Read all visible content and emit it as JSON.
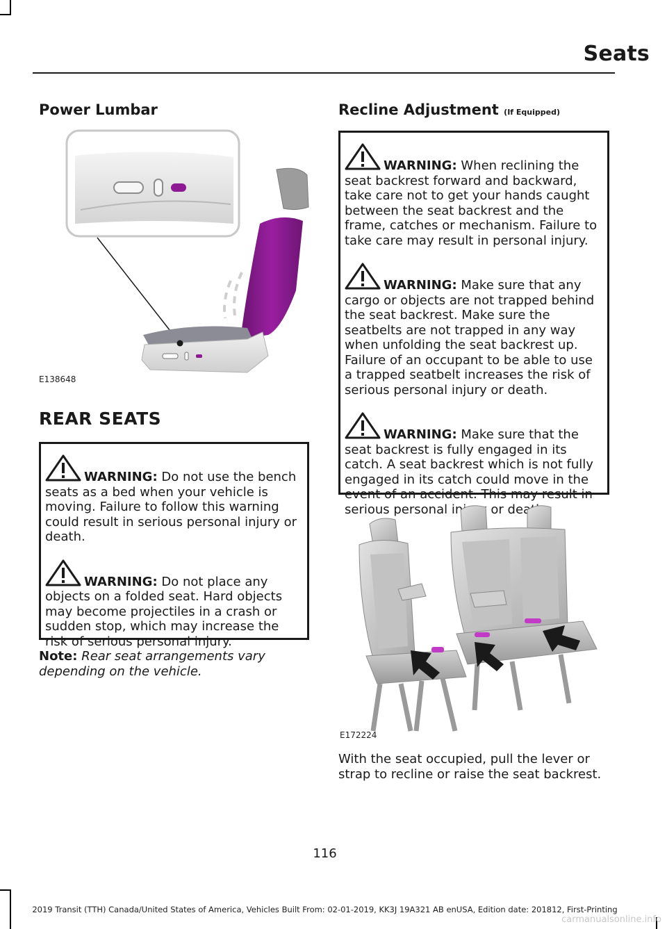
{
  "header": {
    "title": "Seats"
  },
  "left": {
    "power_lumbar": {
      "heading": "Power Lumbar",
      "figure_code": "E138648"
    },
    "rear_seats": {
      "heading": "REAR SEATS",
      "warnings": [
        {
          "keyword": "WARNING:",
          "text": "Do not use the bench seats as a bed when your vehicle is moving. Failure to follow this warning could result in serious personal injury or death."
        },
        {
          "keyword": "WARNING:",
          "text": "Do not place any objects on a folded seat. Hard objects may become projectiles in a crash or sudden stop, which may increase the risk of serious personal injury."
        }
      ],
      "note": {
        "label": "Note:",
        "text": "Rear seat arrangements vary depending on the vehicle."
      }
    }
  },
  "right": {
    "recline": {
      "heading": "Recline Adjustment",
      "qualifier": "(If Equipped)",
      "warnings": [
        {
          "keyword": "WARNING:",
          "text": "When reclining the seat backrest forward and backward, take care not to get your hands caught between the seat backrest and the frame, catches or mechanism. Failure to take care may result in personal injury."
        },
        {
          "keyword": "WARNING:",
          "text": "Make sure that any cargo or objects are not trapped behind the seat backrest. Make sure the seatbelts are not trapped in any way when unfolding the seat backrest up. Failure of an occupant to be able to use a trapped seatbelt increases the risk of serious personal injury or death."
        },
        {
          "keyword": "WARNING:",
          "text": "Make sure that the seat backrest is fully engaged in its catch. A seat backrest which is not fully engaged in its catch could move in the event of an accident. This may result in serious personal injury or death."
        }
      ],
      "figure_code": "E172224",
      "body": "With the seat occupied, pull the lever or strap to recline or raise the seat backrest."
    }
  },
  "page_number": "116",
  "footer": "2019 Transit (TTH) Canada/United States of America, Vehicles Built From: 02-01-2019, KK3J 19A321 AB enUSA, Edition date: 201812, First-Printing",
  "watermark": "carmanualsonline.info",
  "colors": {
    "accent": "#8e1a93",
    "text": "#1a1a1a"
  }
}
